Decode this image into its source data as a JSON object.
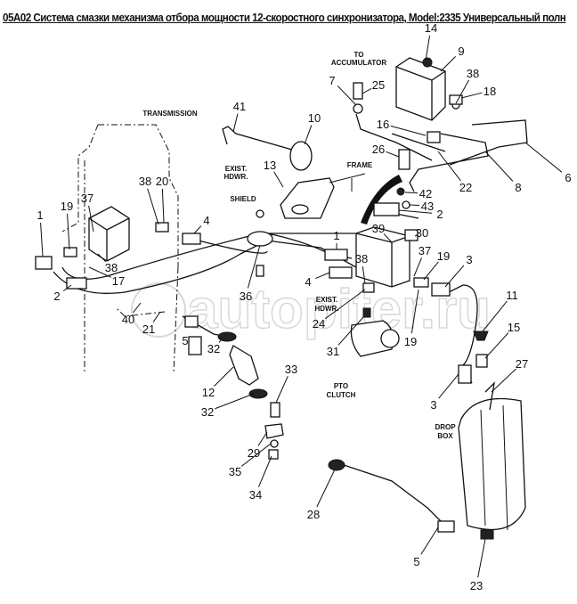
{
  "title": "05A02 Система смазки механизма отбора мощности 12-скоростного синхронизатора, Model:2335 Универсальный полн",
  "watermark": "autopiter.ru",
  "notes": {
    "to_accumulator": [
      "TO",
      "ACCUMULATOR"
    ],
    "transmission": "TRANSMISSION",
    "exist_hdwr_top": [
      "EXIST.",
      "HDWR."
    ],
    "frame": "FRAME",
    "shield": "SHIELD",
    "exist_hdwr_mid": [
      "EXIST.",
      "HDWR."
    ],
    "pto_clutch": [
      "PTO",
      "CLUTCH"
    ],
    "drop_box": [
      "DROP",
      "BOX"
    ]
  },
  "callouts": [
    "14",
    "9",
    "7",
    "25",
    "38",
    "18",
    "41",
    "10",
    "16",
    "26",
    "13",
    "22",
    "8",
    "6",
    "38",
    "20",
    "42",
    "43",
    "2",
    "37",
    "1",
    "19",
    "4",
    "39",
    "30",
    "1",
    "37",
    "38",
    "19",
    "3",
    "38",
    "17",
    "36",
    "4",
    "2",
    "24",
    "11",
    "40",
    "21",
    "15",
    "19",
    "5",
    "32",
    "31",
    "27",
    "33",
    "3",
    "12",
    "32",
    "29",
    "35",
    "34",
    "28",
    "5",
    "23"
  ]
}
